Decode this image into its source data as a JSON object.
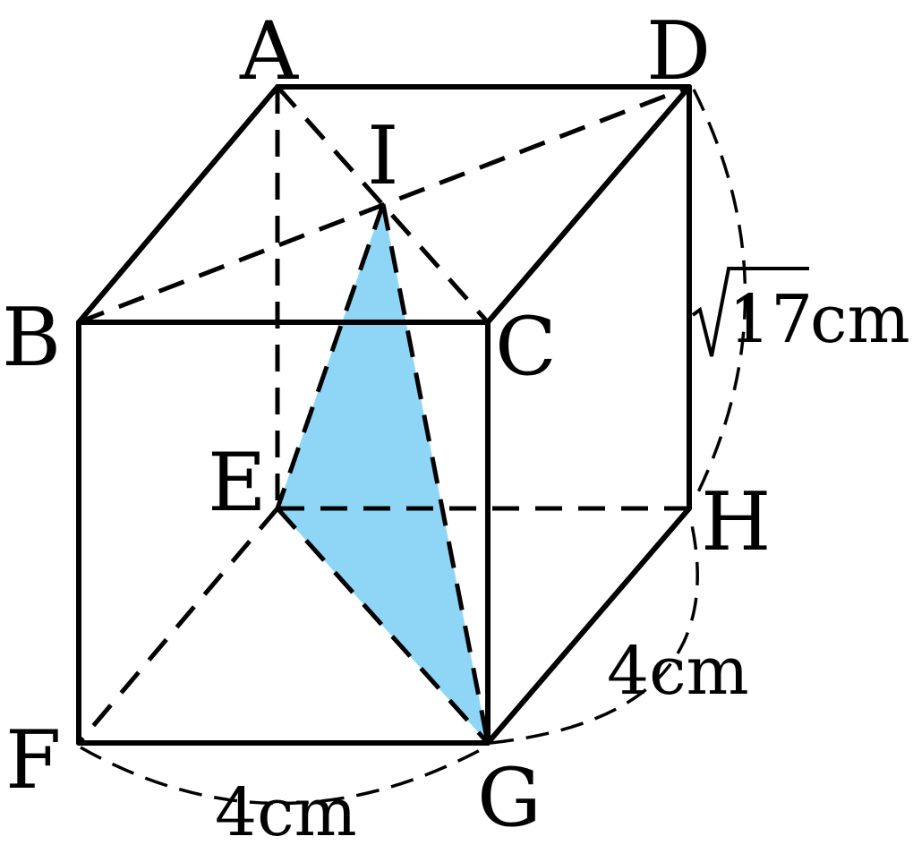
{
  "vertices": {
    "A": "A",
    "B": "B",
    "C": "C",
    "D": "D",
    "E": "E",
    "F": "F",
    "G": "G",
    "H": "H",
    "I": "I"
  },
  "measurements": {
    "height_radicand": "17",
    "height_unit": "cm",
    "fg_length": "4cm",
    "gh_length": "4cm"
  },
  "colors": {
    "triangle_fill": "#8fd6f6",
    "lines": "#000000"
  }
}
